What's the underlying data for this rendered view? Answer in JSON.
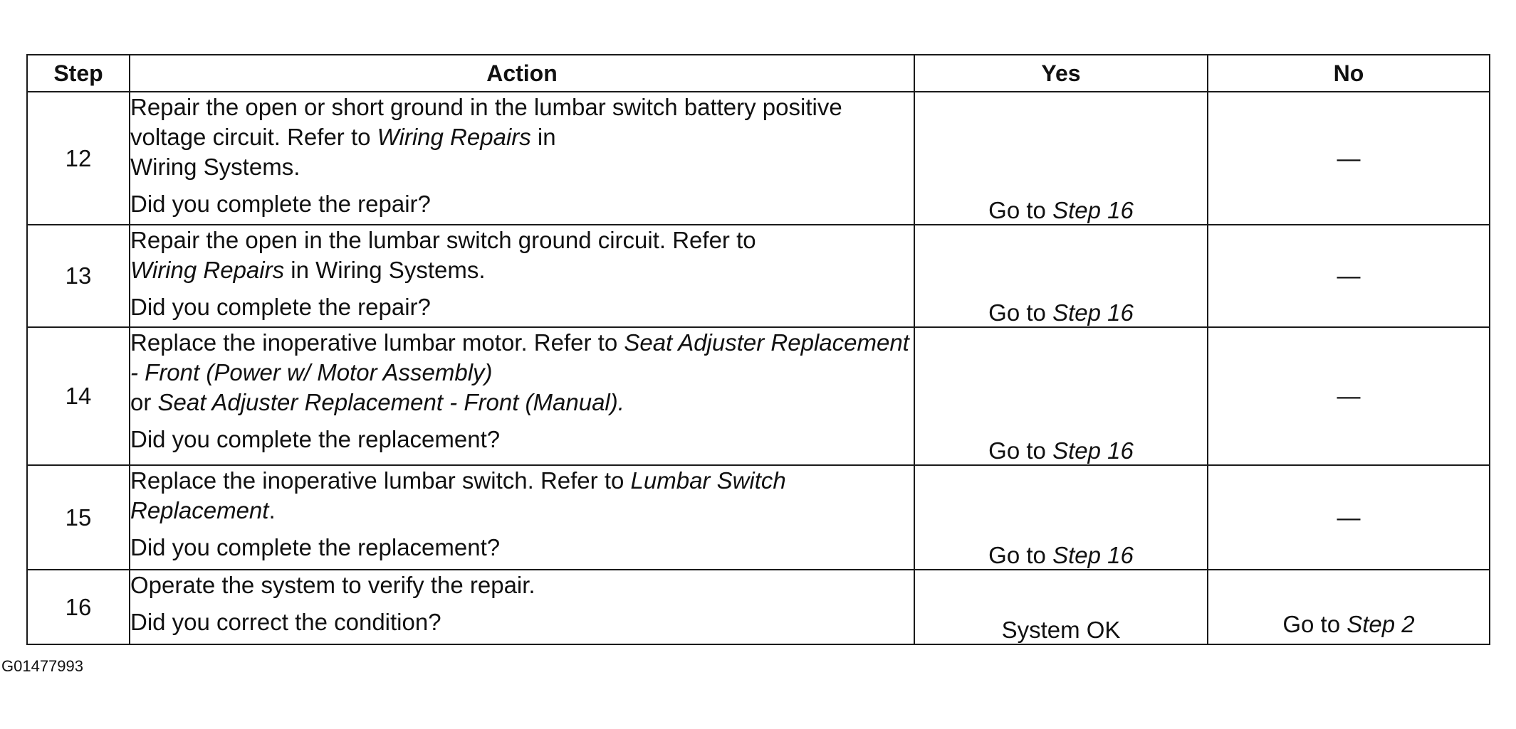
{
  "table": {
    "headers": {
      "step": "Step",
      "action": "Action",
      "yes": "Yes",
      "no": "No"
    },
    "rows": [
      {
        "step": "12",
        "action_pre": "Repair the open or short ground in the lumbar switch battery positive voltage circuit. Refer to ",
        "action_ref1": "Wiring Repairs",
        "action_mid": " in",
        "action_post": "Wiring Systems.",
        "question": "Did you complete the repair?",
        "yes_pre": "Go to ",
        "yes_ref": "Step 16",
        "no": "—"
      },
      {
        "step": "13",
        "action_pre": "Repair the open in the lumbar switch ground circuit. Refer to",
        "action_ref1": "Wiring Repairs",
        "action_post": " in Wiring Systems.",
        "question": "Did you complete the repair?",
        "yes_pre": "Go to ",
        "yes_ref": "Step 16",
        "no": "—"
      },
      {
        "step": "14",
        "action_pre": "Replace the inoperative lumbar motor. Refer to ",
        "action_ref1": "Seat Adjuster Replacement - Front (Power w/ Motor Assembly)",
        "action_mid": "or ",
        "action_ref2": "Seat Adjuster Replacement - Front (Manual).",
        "question": "Did you complete the replacement?",
        "yes_pre": "Go to ",
        "yes_ref": "Step 16",
        "no": "—"
      },
      {
        "step": "15",
        "action_pre": "Replace the inoperative lumbar switch. Refer to ",
        "action_ref1": "Lumbar Switch Replacement",
        "action_post": ".",
        "question": "Did you complete the replacement?",
        "yes_pre": "Go to ",
        "yes_ref": "Step 16",
        "no": "—"
      },
      {
        "step": "16",
        "action_pre": "Operate the system to verify the repair.",
        "question": "Did you correct the condition?",
        "yes_text": "System OK",
        "no_pre": "Go to ",
        "no_ref": "Step 2"
      }
    ]
  },
  "figure_id": "G01477993"
}
